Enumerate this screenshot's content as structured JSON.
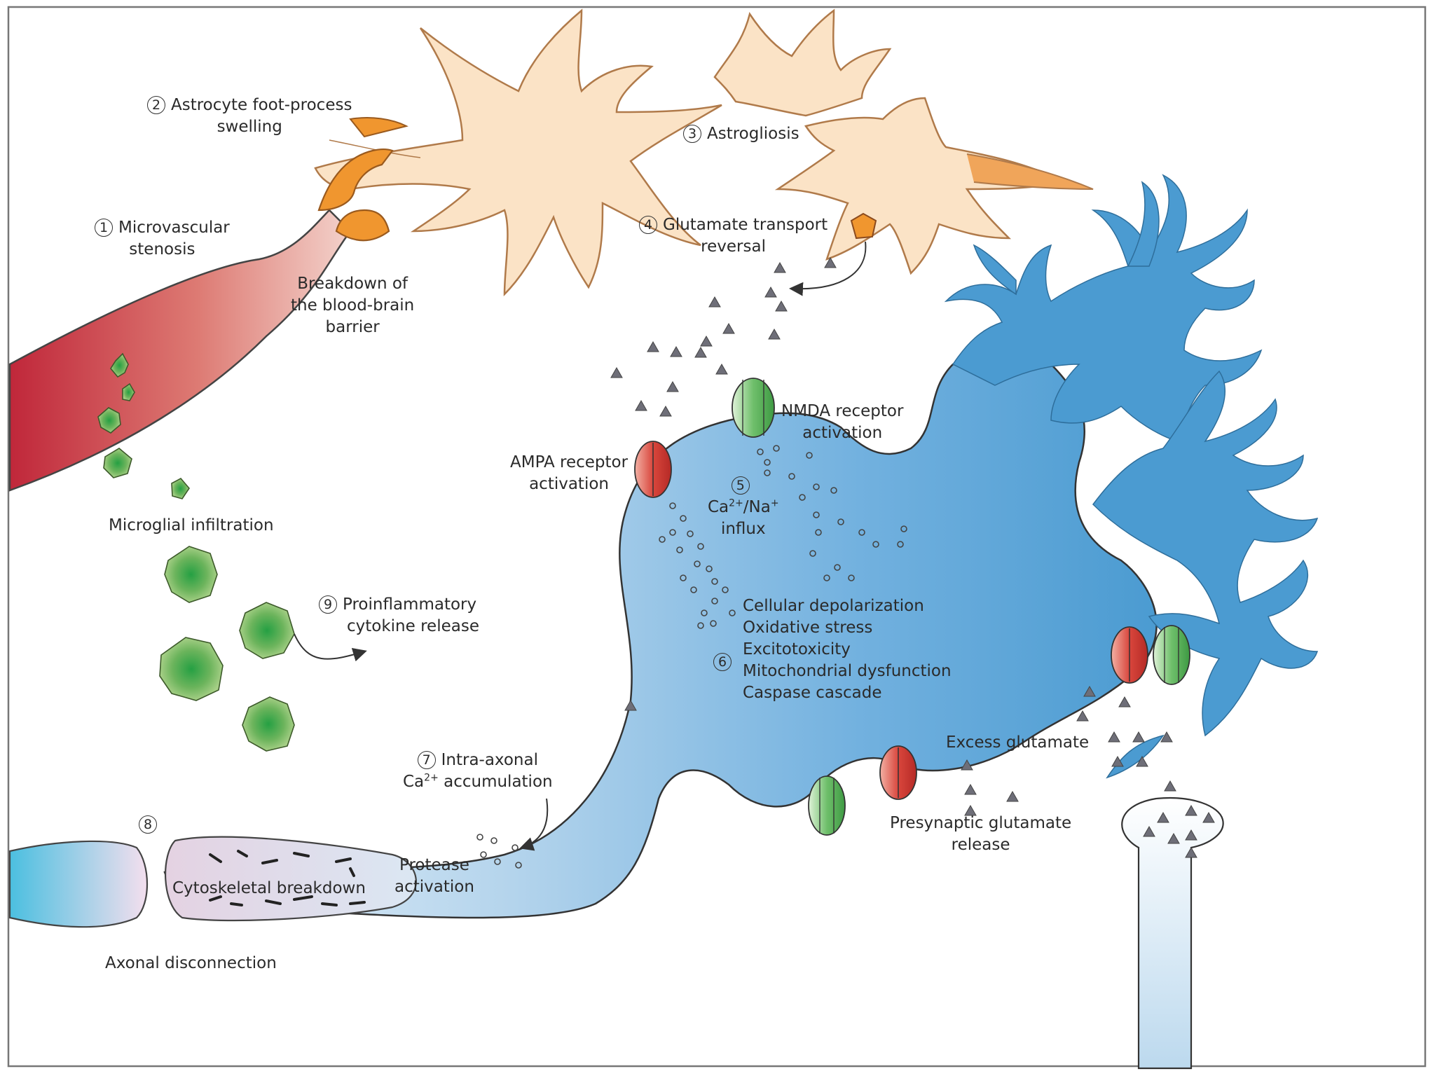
{
  "labels": {
    "step1": {
      "num": "1",
      "line1": "Microvascular",
      "line2": "stenosis"
    },
    "step2": {
      "num": "2",
      "line1": "Astrocyte foot-process",
      "line2": "swelling"
    },
    "step3": {
      "num": "3",
      "text": "Astrogliosis"
    },
    "step4": {
      "num": "4",
      "line1": "Glutamate transport",
      "line2": "reversal"
    },
    "bbb": {
      "line1": "Breakdown of",
      "line2": "the blood-brain",
      "line3": "barrier"
    },
    "microglia": "Microglial infiltration",
    "step9": {
      "num": "9",
      "line1": "Proinflammatory",
      "line2": "cytokine release"
    },
    "nmda": {
      "line1": "NMDA receptor",
      "line2": "activation"
    },
    "ampa": {
      "line1": "AMPA receptor",
      "line2": "activation"
    },
    "step5": {
      "num": "5",
      "ca": "Ca",
      "ca_sup": "2+",
      "slash": "/Na",
      "na_sup": "+",
      "line2": "influx"
    },
    "step6": {
      "num": "6",
      "items": [
        "Cellular depolarization",
        "Oxidative stress",
        "Excitotoxicity",
        "Mitochondrial dysfunction",
        "Caspase cascade"
      ]
    },
    "step7": {
      "num": "7",
      "line1": "Intra-axonal",
      "ca": "Ca",
      "ca_sup": "2+",
      "rest": " accumulation"
    },
    "protease": {
      "line1": "Protease",
      "line2": "activation"
    },
    "step8": {
      "num": "8"
    },
    "cyto": "Cytoskeletal breakdown",
    "axonal": "Axonal disconnection",
    "excess": "Excess glutamate",
    "presyn": {
      "line1": "Presynaptic glutamate",
      "line2": "release"
    }
  },
  "colors": {
    "vessel_dark": "#c0273a",
    "vessel_light": "#f0c6c0",
    "astrocyte": "#fbe3c6",
    "astrocyte_edge": "#b07a4a",
    "endfoot": "#f0962f",
    "neuron_blue": "#4b9bd1",
    "neuron_light": "#e6f0fa",
    "microglia": "#7eb45e",
    "microglia_core": "#2fa24a",
    "ampa_red": "#d9463c",
    "nmda_green": "#6fbf6b",
    "glutamate": "#6e6e78"
  }
}
